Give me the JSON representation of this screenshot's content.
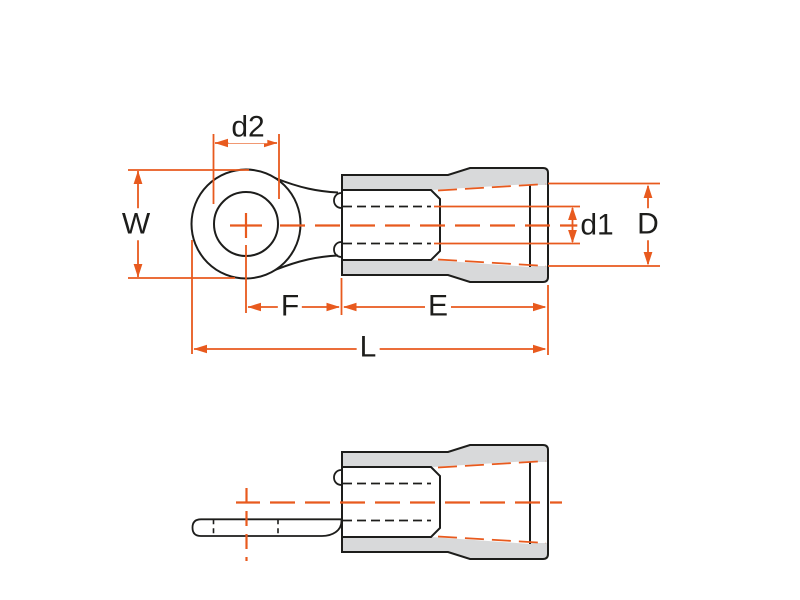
{
  "page": {
    "background_color": "#FFFFFF",
    "description": "Technical dimension drawing of an insulated ring terminal shown in top view and side view"
  },
  "colors": {
    "dimension_lines": "#E85A1E",
    "part_outline": "#1D1D1B",
    "insulation_fill": "#D8D9DA",
    "label_text": "#1D1D1B"
  },
  "views": {
    "top_view": "ring-terminal-top-view",
    "side_view": "ring-terminal-side-view"
  },
  "dimension_labels": {
    "d2": "d2",
    "W": "W",
    "F": "F",
    "E": "E",
    "L": "L",
    "d1": "d1",
    "D": "D"
  }
}
